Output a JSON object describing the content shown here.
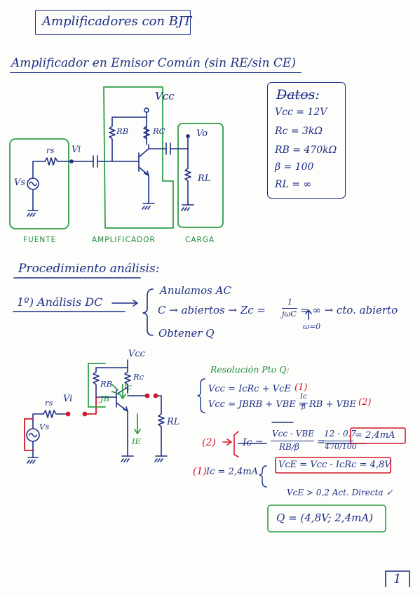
{
  "page_title": "Amplificadores con BJT",
  "section_title": "Amplificador en Emisor Común (sin RE/sin CE)",
  "datos": {
    "title": "Datos:",
    "lines": [
      "Vcc = 12V",
      "Rc = 3kΩ",
      "RB = 470kΩ",
      "β = 100",
      "RL = ∞"
    ]
  },
  "circuit_top": {
    "labels": {
      "vcc": "Vcc",
      "rs": "rs",
      "vi": "Vi",
      "vs": "Vs",
      "rb": "RB",
      "rc": "RC",
      "vo": "Vo",
      "rl": "RL"
    },
    "blocks": [
      "FUENTE",
      "AMPLIFICADOR",
      "CARGA"
    ]
  },
  "procedure": {
    "title": "Procedimiento análisis:",
    "step1_label": "1º) Análisis DC",
    "step1_items": {
      "a": "Anulamos AC",
      "b_prefix": "C → abiertos → Zc =",
      "b_frac_num": "1",
      "b_frac_den": "jωC",
      "b_suffix": "= ∞ → cto. abierto",
      "b_note": "ω=0",
      "c": "Obtener Q"
    }
  },
  "circuit_bottom": {
    "labels": {
      "vcc": "Vcc",
      "rs": "rs",
      "vi": "Vi",
      "vs": "Vs",
      "rb": "RB",
      "rc": "Rc",
      "jb": "JB",
      "ic": "Ic",
      "ie": "IE",
      "rl": "RL"
    }
  },
  "resolution": {
    "title": "Resolución Pto Q:",
    "eq1": "Vcc = IcRc + VcE",
    "eq1_tag": "(1)",
    "eq2_prefix": "Vcc = JBRB + VBE =",
    "eq2_frac_num": "Ic",
    "eq2_frac_den": "β",
    "eq2_suffix": "RB + VBE",
    "eq2_tag": "(2)",
    "step2_tag": "(2)",
    "step2_lhs": "Ic =",
    "step2_frac1_num": "Vcc - VBE",
    "step2_frac1_den": "RB/β",
    "step2_frac2_num": "12 - 0,7",
    "step2_frac2_den": "470/100",
    "step2_result": "= 2,4mA",
    "step1_tag": "(1)",
    "step1_lhs": "Ic = 2,4mA",
    "step1_rhs": "VcE = Vcc - IcRc = 4,8V",
    "check": "VcE > 0,2  Act. Directa ✓",
    "q_point": "Q = (4,8V; 2,4mA)"
  },
  "page_number": "1"
}
